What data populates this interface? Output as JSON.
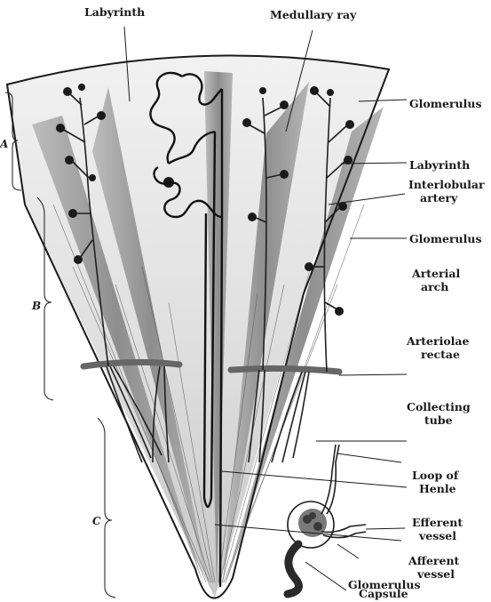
{
  "labels": {
    "labyrinth_top": "Labyrinth",
    "medullary_ray": "Medullary ray",
    "glomerulus_1": "Glomerulus",
    "labyrinth_right": "Labyrinth",
    "interlobular_1": "Interlobular",
    "interlobular_2": "artery",
    "glomerulus_2": "Glomerulus",
    "arterial_1": "Arterial",
    "arterial_2": "arch",
    "arteriolae_1": "Arteriolae",
    "arteriolae_2": "rectae",
    "collecting_1": "Collecting",
    "collecting_2": "tube",
    "loop_1": "Loop of",
    "loop_2": "Henle",
    "efferent_1": "Efferent",
    "efferent_2": "vessel",
    "afferent_1": "Afferent",
    "afferent_2": "vessel",
    "glomerulus_3": "Glomerulus",
    "capsule": "Capsule"
  },
  "regions": {
    "a": "A",
    "b": "B",
    "c": "C"
  },
  "colors": {
    "ray_fill": "#9a9a9a",
    "cortex_fill": "#dcdcdc",
    "arch": "#6b6b6b",
    "line": "#1a1a1a"
  }
}
